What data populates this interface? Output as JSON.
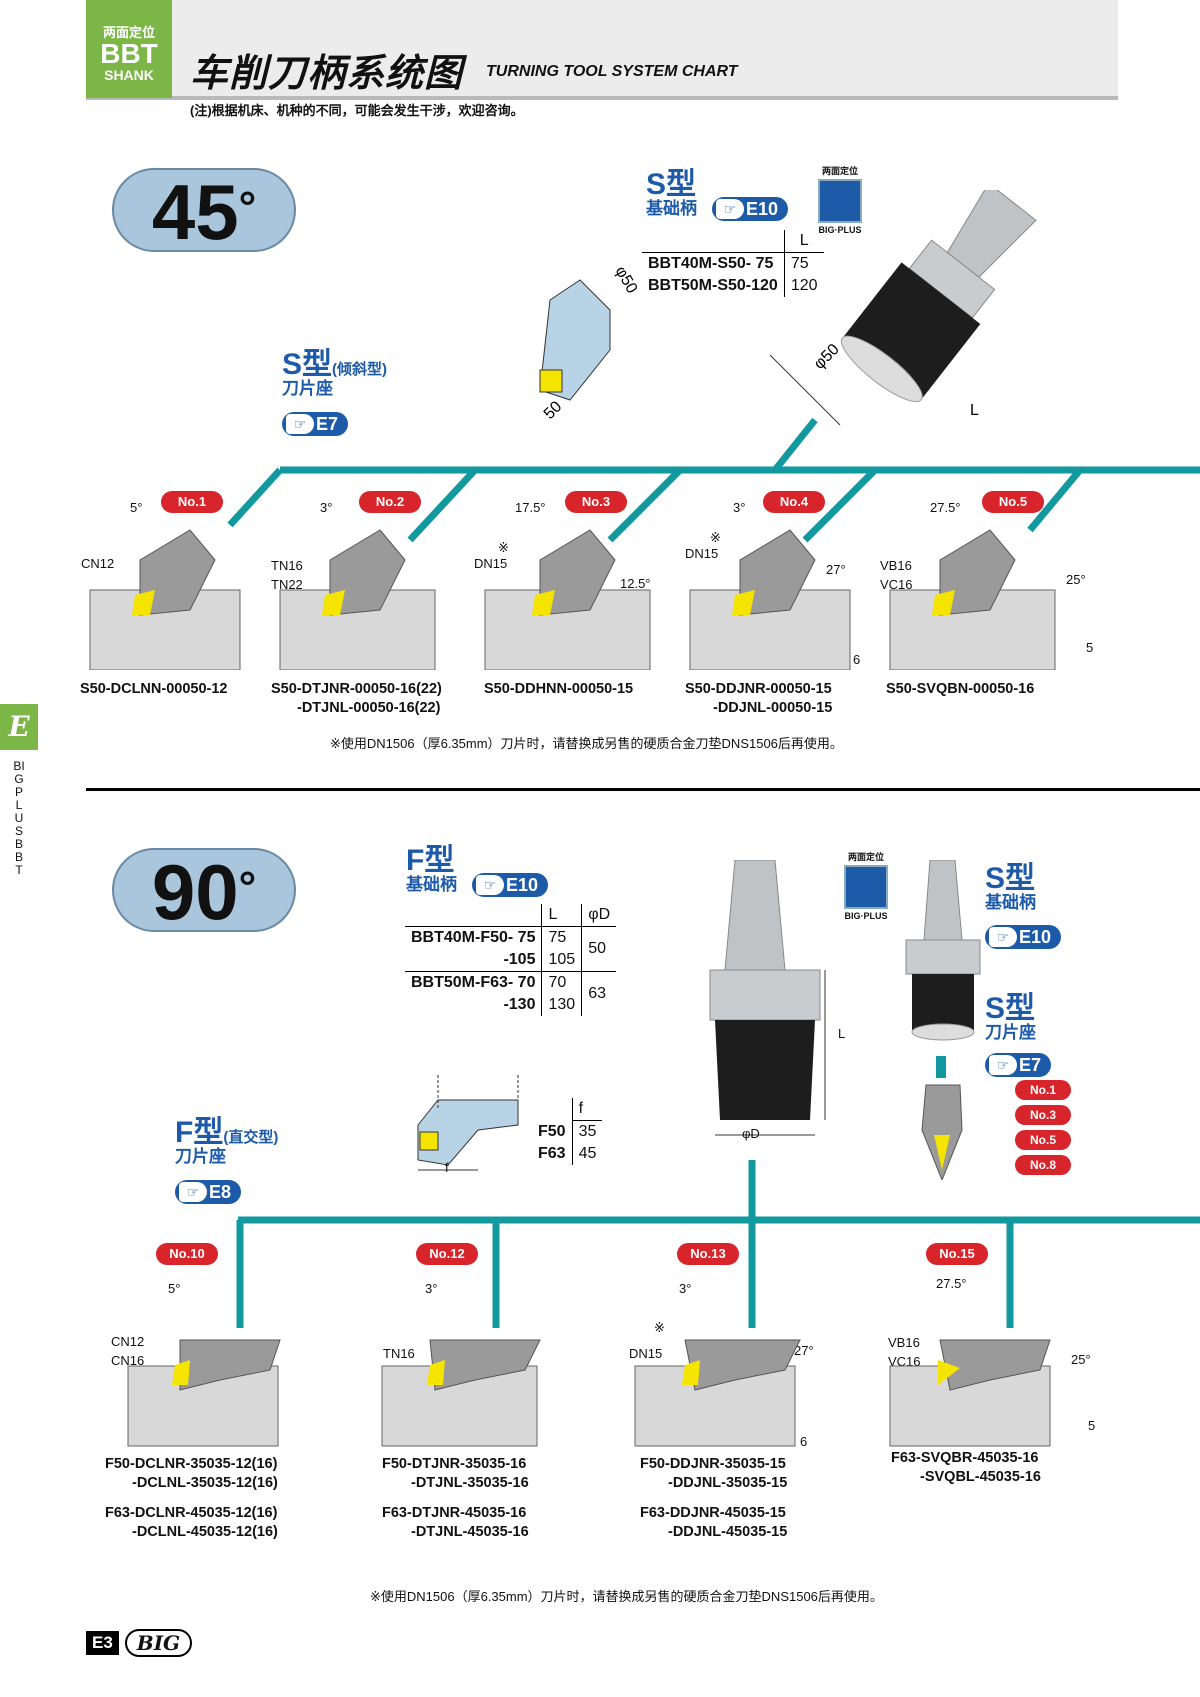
{
  "header": {
    "shank_top": "两面定位",
    "shank_mid": "BBT",
    "shank_bot": "SHANK",
    "title_cn": "车削刀柄系统图",
    "title_en": "TURNING TOOL SYSTEM CHART",
    "note": "(注)根据机床、机种的不同，可能会发生干涉，欢迎咨询。"
  },
  "side": {
    "letter": "E",
    "text": "BIGPLUS BBT"
  },
  "sec45": {
    "angle": "45",
    "shank_type": "S型",
    "shank_sub": "基础柄",
    "shank_ref": "E10",
    "bigplus_top": "两面定位",
    "bigplus_bottom": "BIG·PLUS",
    "table_head": "L",
    "rows": [
      {
        "model": "BBT40M-S50- 75",
        "L": "75"
      },
      {
        "model": "BBT50M-S50-120",
        "L": "120"
      }
    ],
    "dim_phi50_a": "φ50",
    "dim_50": "50",
    "dim_phi50_b": "φ50",
    "dim_L": "L",
    "holder_type": "S型",
    "holder_paren": "(倾斜型)",
    "holder_sub": "刀片座",
    "holder_ref": "E7",
    "tools": [
      {
        "no": "No.1",
        "angle": "5°",
        "insert": "CN12",
        "model1": "S50-DCLNN-00050-12",
        "model2": ""
      },
      {
        "no": "No.2",
        "angle": "3°",
        "insert": "TN16\nTN22",
        "model1": "S50-DTJNR-00050-16(22)",
        "model2": "-DTJNL-00050-16(22)"
      },
      {
        "no": "No.3",
        "angle": "17.5°",
        "angle2": "12.5°",
        "mark": "※",
        "insert": "DN15",
        "model1": "S50-DDHNN-00050-15",
        "model2": ""
      },
      {
        "no": "No.4",
        "angle": "3°",
        "angle2": "27°",
        "mark": "※",
        "insert": "DN15",
        "dim": "6",
        "model1": "S50-DDJNR-00050-15",
        "model2": "-DDJNL-00050-15"
      },
      {
        "no": "No.5",
        "angle": "27.5°",
        "angle2": "25°",
        "insert": "VB16\nVC16",
        "dim": "5",
        "model1": "S50-SVQBN-00050-16",
        "model2": ""
      }
    ],
    "footnote": "※使用DN1506（厚6.35mm）刀片时，请替换成另售的硬质合金刀垫DNS1506后再使用。"
  },
  "sec90": {
    "angle": "90",
    "shank_type": "F型",
    "shank_sub": "基础柄",
    "shank_ref": "E10",
    "table_head_L": "L",
    "table_head_D": "φD",
    "rows": [
      {
        "model": "BBT40M-F50- 75",
        "L": "75",
        "D": "50"
      },
      {
        "model": "-105",
        "L": "105",
        "D": ""
      },
      {
        "model": "BBT50M-F63- 70",
        "L": "70",
        "D": "63"
      },
      {
        "model": "-130",
        "L": "130",
        "D": ""
      }
    ],
    "f_head": "f",
    "f_rows": [
      {
        "m": "F50",
        "v": "35"
      },
      {
        "m": "F63",
        "v": "45"
      }
    ],
    "f_dim": "f",
    "dim_L": "L",
    "dim_D": "φD",
    "bigplus_top": "两面定位",
    "bigplus_bottom": "BIG·PLUS",
    "s_type": "S型",
    "s_sub": "基础柄",
    "s_ref": "E10",
    "s_holder": "S型",
    "s_holder_sub": "刀片座",
    "s_holder_ref": "E7",
    "s_nos": [
      "No.1",
      "No.3",
      "No.5",
      "No.8"
    ],
    "holder_type": "F型",
    "holder_paren": "(直交型)",
    "holder_sub": "刀片座",
    "holder_ref": "E8",
    "tools": [
      {
        "no": "No.10",
        "angle": "5°",
        "insert": "CN12\nCN16",
        "models": [
          "F50-DCLNR-35035-12(16)",
          "-DCLNL-35035-12(16)",
          "F63-DCLNR-45035-12(16)",
          "-DCLNL-45035-12(16)"
        ]
      },
      {
        "no": "No.12",
        "angle": "3°",
        "insert": "TN16",
        "models": [
          "F50-DTJNR-35035-16",
          "-DTJNL-35035-16",
          "F63-DTJNR-45035-16",
          "-DTJNL-45035-16"
        ]
      },
      {
        "no": "No.13",
        "angle": "3°",
        "angle2": "27°",
        "mark": "※",
        "insert": "DN15",
        "dim": "6",
        "models": [
          "F50-DDJNR-35035-15",
          "-DDJNL-35035-15",
          "F63-DDJNR-45035-15",
          "-DDJNL-45035-15"
        ]
      },
      {
        "no": "No.15",
        "angle": "27.5°",
        "angle2": "25°",
        "insert": "VB16\nVC16",
        "dim": "5",
        "models": [
          "F63-SVQBR-45035-16",
          "-SVQBL-45035-16"
        ]
      }
    ],
    "footnote": "※使用DN1506（厚6.35mm）刀片时，请替换成另售的硬质合金刀垫DNS1506后再使用。"
  },
  "footer": {
    "page": "E3",
    "logo": "BIG"
  },
  "colors": {
    "green": "#7cb646",
    "teal": "#12999f",
    "blue": "#1d5aa8",
    "red": "#d8242b",
    "badge": "#a9c6dc"
  }
}
